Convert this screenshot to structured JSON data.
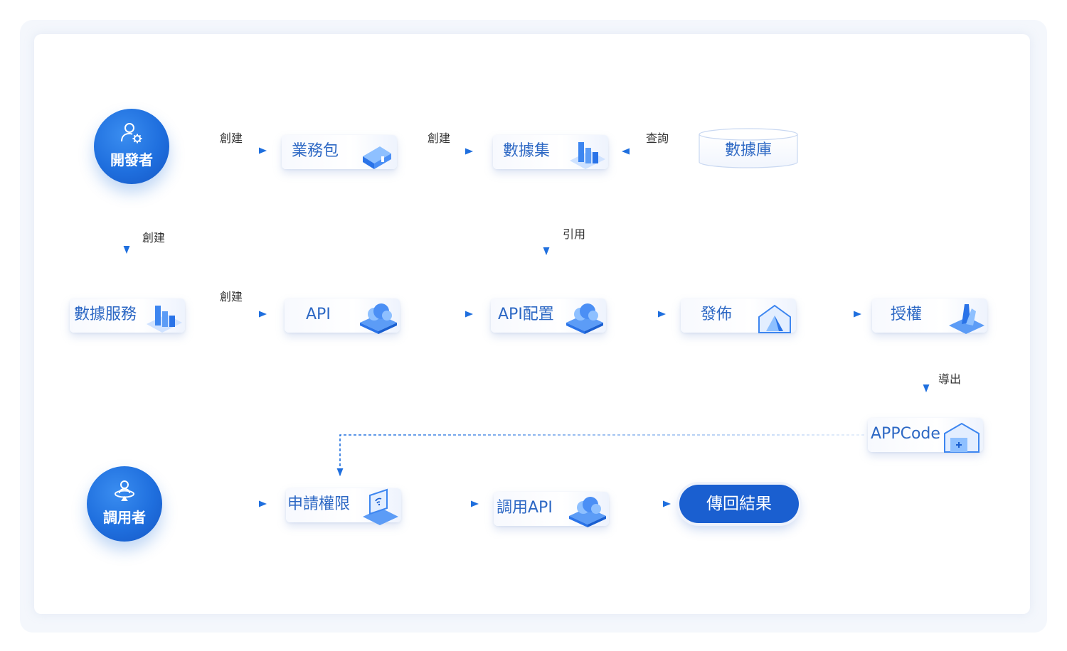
{
  "actors": {
    "developer": "開發者",
    "caller": "調用者"
  },
  "nodes": {
    "business_package": "業務包",
    "dataset": "數據集",
    "database": "數據庫",
    "data_service": "數據服務",
    "api": "API",
    "api_config": "API配置",
    "publish": "發佈",
    "authorize": "授權",
    "appcode": "APPCode",
    "apply_permission": "申請權限",
    "call_api": "調用API",
    "return_result": "傳回結果"
  },
  "edges": {
    "create": "創建",
    "query": "查詢",
    "reference": "引用",
    "export": "導出"
  },
  "colors": {
    "primary": "#1a5fd0",
    "label_blue": "#2d68c4",
    "arrow": "#1f6fde",
    "card_bg": "#ffffff",
    "frame_bg": "#f4f7fc"
  },
  "icons": {
    "developer": "user-gear-icon",
    "caller": "user-orbit-icon",
    "node_decor": "isometric-3d-illustration-icon",
    "database": "cylinder-database-icon"
  }
}
